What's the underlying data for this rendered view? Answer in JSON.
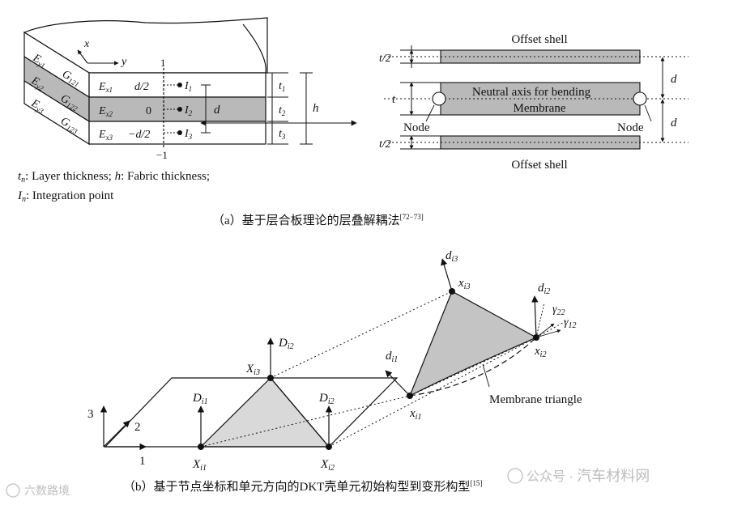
{
  "part_a": {
    "legend_line1": "tn: Layer thickness; h: Fabric thickness;",
    "legend_line1_parts": {
      "t": "t",
      "n": "n",
      "rest": ": Layer thickness; ",
      "h": "h",
      "rest2": ": Fabric thickness;"
    },
    "legend_line2_parts": {
      "I": "I",
      "n": "n",
      "rest": ": Integration point"
    },
    "caption": "（a）基于层合板理论的层叠解耦法",
    "caption_ref": "[72−73]",
    "laminate": {
      "axis_x": "x",
      "axis_y": "y",
      "top_mark": "1",
      "bottom_mark": "−1",
      "layers": [
        {
          "ey": "E",
          "ey_sub": "y1",
          "g": "G",
          "g_sub": "121",
          "ex": "E",
          "ex_sub": "x1",
          "coord": "d/2",
          "ip": "I",
          "ip_sub": "1",
          "t": "t",
          "t_sub": "1"
        },
        {
          "ey": "E",
          "ey_sub": "y2",
          "g": "G",
          "g_sub": "122",
          "ex": "E",
          "ex_sub": "x2",
          "coord": "0",
          "ip": "I",
          "ip_sub": "2",
          "t": "t",
          "t_sub": "2"
        },
        {
          "ey": "E",
          "ey_sub": "y3",
          "g": "G",
          "g_sub": "123",
          "ex": "E",
          "ex_sub": "x3",
          "coord": "−d/2",
          "ip": "I",
          "ip_sub": "3",
          "t": "t",
          "t_sub": "3"
        }
      ],
      "d_label": "d",
      "h_label": "h"
    },
    "offset": {
      "top_label": "Offset shell",
      "bottom_label": "Offset shell",
      "neutral_label": "Neutral axis for bending",
      "membrane_label": "Membrane",
      "node_left": "Node",
      "node_right": "Node",
      "t_half_top": "t/2",
      "t_label": "t",
      "t_half_bottom": "t/2",
      "d_upper": "d",
      "d_lower": "d"
    }
  },
  "part_b": {
    "caption": "（b）基于节点坐标和单元方向的DKT壳单元初始构型到变形构型",
    "caption_ref": "[15]",
    "axes": {
      "a1": "1",
      "a2": "2",
      "a3": "3"
    },
    "initial": {
      "xi1": {
        "base": "X",
        "sub": "i1"
      },
      "xi2": {
        "base": "X",
        "sub": "i2"
      },
      "xi3": {
        "base": "X",
        "sub": "i3"
      },
      "di1": {
        "base": "D",
        "sub": "i1"
      },
      "di2_mid": {
        "base": "D",
        "sub": "i2"
      },
      "di2_top": {
        "base": "D",
        "sub": "i2"
      }
    },
    "deformed": {
      "xi1": {
        "base": "x",
        "sub": "i1"
      },
      "xi2": {
        "base": "x",
        "sub": "i2"
      },
      "xi3": {
        "base": "x",
        "sub": "i3"
      },
      "di1": {
        "base": "d",
        "sub": "i1"
      },
      "di2": {
        "base": "d",
        "sub": "i2"
      },
      "di3": {
        "base": "d",
        "sub": "i3"
      },
      "gamma22": {
        "base": "γ",
        "sub": "22"
      },
      "gamma12": {
        "base": "γ",
        "sub": "12"
      },
      "membrane_label": "Membrane triangle"
    }
  },
  "watermarks": {
    "left": "六数路境",
    "right_prefix": "公众号 · ",
    "right_name": "汽车材料网"
  }
}
